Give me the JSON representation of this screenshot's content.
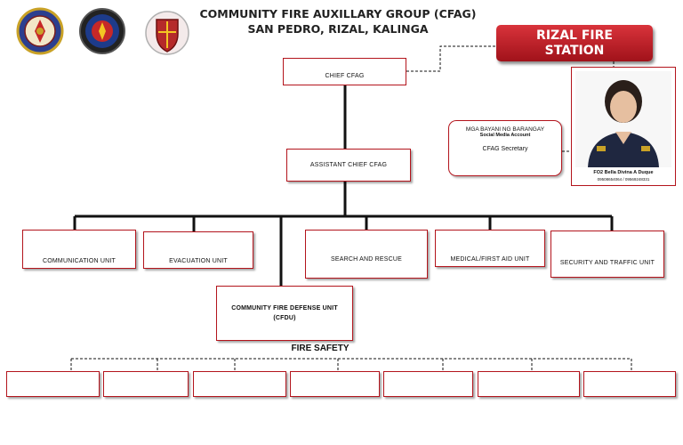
{
  "header": {
    "title_line1": "COMMUNITY FIRE AUXILLARY GROUP (CFAG)",
    "title_line2": "SAN PEDRO, RIZAL, KALINGA"
  },
  "logos": [
    {
      "name": "municipal-seal-logo",
      "icon": "seal-icon"
    },
    {
      "name": "bureau-of-fire-protection-logo",
      "icon": "bfp-badge-icon"
    },
    {
      "name": "fire-station-crest-logo",
      "icon": "crest-icon"
    }
  ],
  "station": {
    "line1": "RIZAL FIRE",
    "line2": "STATION"
  },
  "officer": {
    "name": "FO2 Bella Divina A Duque",
    "contact": "09508654064 / 09569248331"
  },
  "callout": {
    "line1": "MGA BAYANI NG BARANGAY",
    "line2": "Social Media Account",
    "role": "CFAG Secretary"
  },
  "org": {
    "chief": "CHIEF CFAG",
    "assistant": "ASSISTANT CHIEF CFAG",
    "units": [
      "COMMUNICATION UNIT",
      "EVACUATION UNIT",
      "SEARCH AND RESCUE",
      "MEDICAL/FIRST AID UNIT",
      "SECURITY AND TRAFFIC UNIT"
    ],
    "cfdu_line1": "COMMUNITY FIRE DEFENSE UNIT",
    "cfdu_line2": "(CFDU)",
    "fire_safety": "FIRE SAFETY",
    "bottom_boxes": [
      "",
      "",
      "",
      "",
      "",
      "",
      ""
    ]
  },
  "colors": {
    "accent": "#b3141c",
    "station_fill": "#c62028",
    "line": "#111111"
  }
}
